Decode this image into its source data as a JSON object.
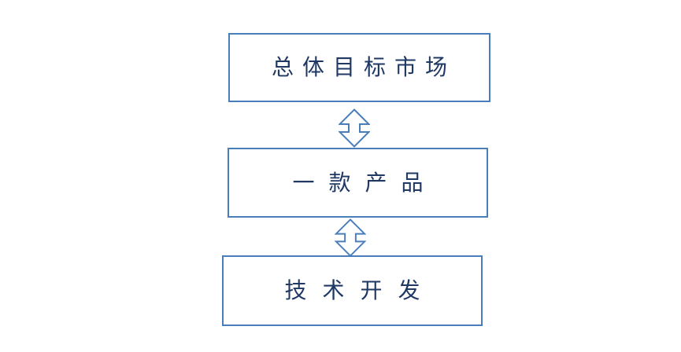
{
  "diagram": {
    "nodes": [
      {
        "id": "target-market",
        "label": "总体目标市场"
      },
      {
        "id": "product",
        "label": "一款产品"
      },
      {
        "id": "tech-development",
        "label": "技术开发"
      }
    ],
    "connectors": [
      {
        "type": "double-headed-vertical-arrow",
        "from": "target-market",
        "to": "product"
      },
      {
        "type": "double-headed-vertical-arrow",
        "from": "product",
        "to": "tech-development"
      }
    ],
    "colors": {
      "accent": "#4A7EBB",
      "text": "#1F3864",
      "background": "#FFFFFF"
    }
  }
}
